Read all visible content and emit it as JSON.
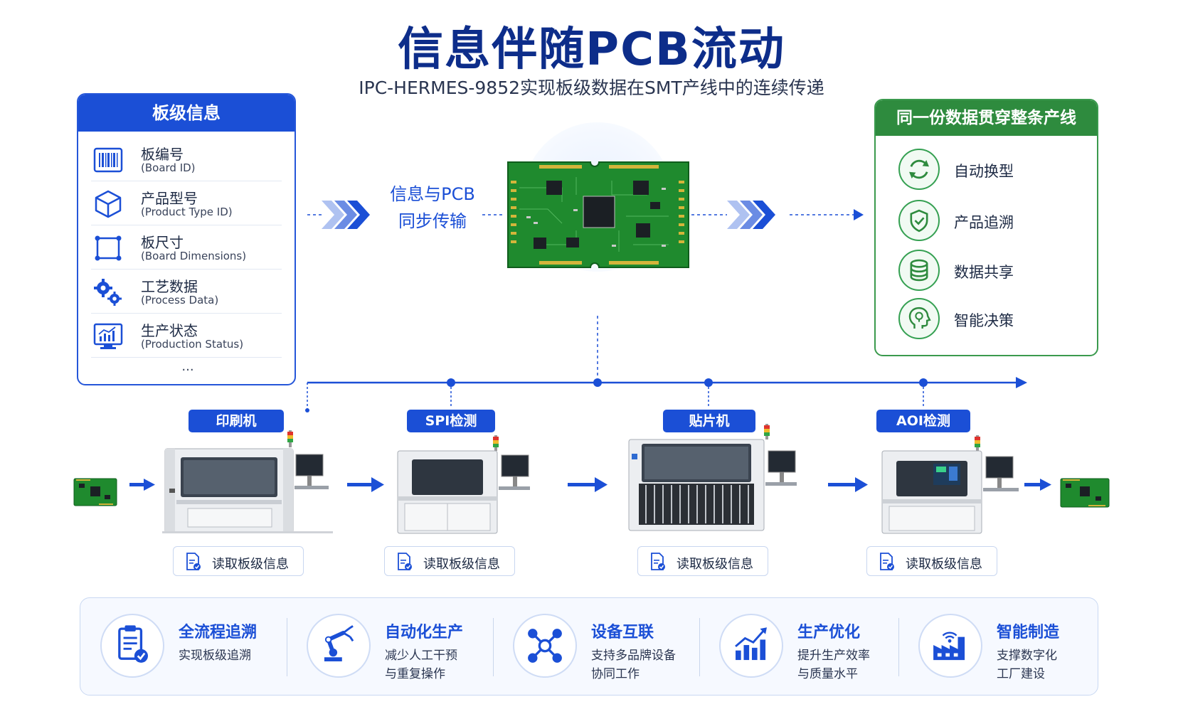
{
  "title": "信息伴随PCB流动",
  "subtitle": "IPC-HERMES-9852实现板级数据在SMT产线中的连续传递",
  "board_info": {
    "header": "板级信息",
    "items": [
      {
        "zh": "板编号",
        "en": "(Board ID)",
        "icon": "barcode-icon"
      },
      {
        "zh": "产品型号",
        "en": "(Product Type ID)",
        "icon": "cube-icon"
      },
      {
        "zh": "板尺寸",
        "en": "(Board Dimensions)",
        "icon": "dimensions-icon"
      },
      {
        "zh": "工艺数据",
        "en": "(Process Data)",
        "icon": "gears-icon"
      },
      {
        "zh": "生产状态",
        "en": "(Production Status)",
        "icon": "monitor-chart-icon"
      }
    ],
    "more": "..."
  },
  "sync": {
    "line1": "信息与PCB",
    "line2": "同步传输"
  },
  "benefits": {
    "header": "同一份数据贯穿整条产线",
    "items": [
      {
        "label": "自动换型",
        "icon": "refresh-icon"
      },
      {
        "label": "产品追溯",
        "icon": "shield-check-icon"
      },
      {
        "label": "数据共享",
        "icon": "database-icon"
      },
      {
        "label": "智能决策",
        "icon": "head-bulb-icon"
      }
    ]
  },
  "stations": [
    {
      "label": "印刷机",
      "read": "读取板级信息"
    },
    {
      "label": "SPI检测",
      "read": "读取板级信息"
    },
    {
      "label": "贴片机",
      "read": "读取板级信息"
    },
    {
      "label": "AOI检测",
      "read": "读取板级信息"
    }
  ],
  "features": [
    {
      "title": "全流程追溯",
      "desc1": "实现板级追溯",
      "desc2": "",
      "icon": "clipboard-check-icon"
    },
    {
      "title": "自动化生产",
      "desc1": "减少人工干预",
      "desc2": "与重复操作",
      "icon": "robot-arm-icon"
    },
    {
      "title": "设备互联",
      "desc1": "支持多品牌设备",
      "desc2": "协同工作",
      "icon": "network-nodes-icon"
    },
    {
      "title": "生产优化",
      "desc1": "提升生产效率",
      "desc2": "与质量水平",
      "icon": "bar-chart-up-icon"
    },
    {
      "title": "智能制造",
      "desc1": "支撑数字化",
      "desc2": "工厂建设",
      "icon": "smart-factory-icon"
    }
  ],
  "colors": {
    "primary": "#1b4fd6",
    "green": "#2e8b3e",
    "pcb": "#1f8a2e",
    "title": "#0d2d8a"
  }
}
